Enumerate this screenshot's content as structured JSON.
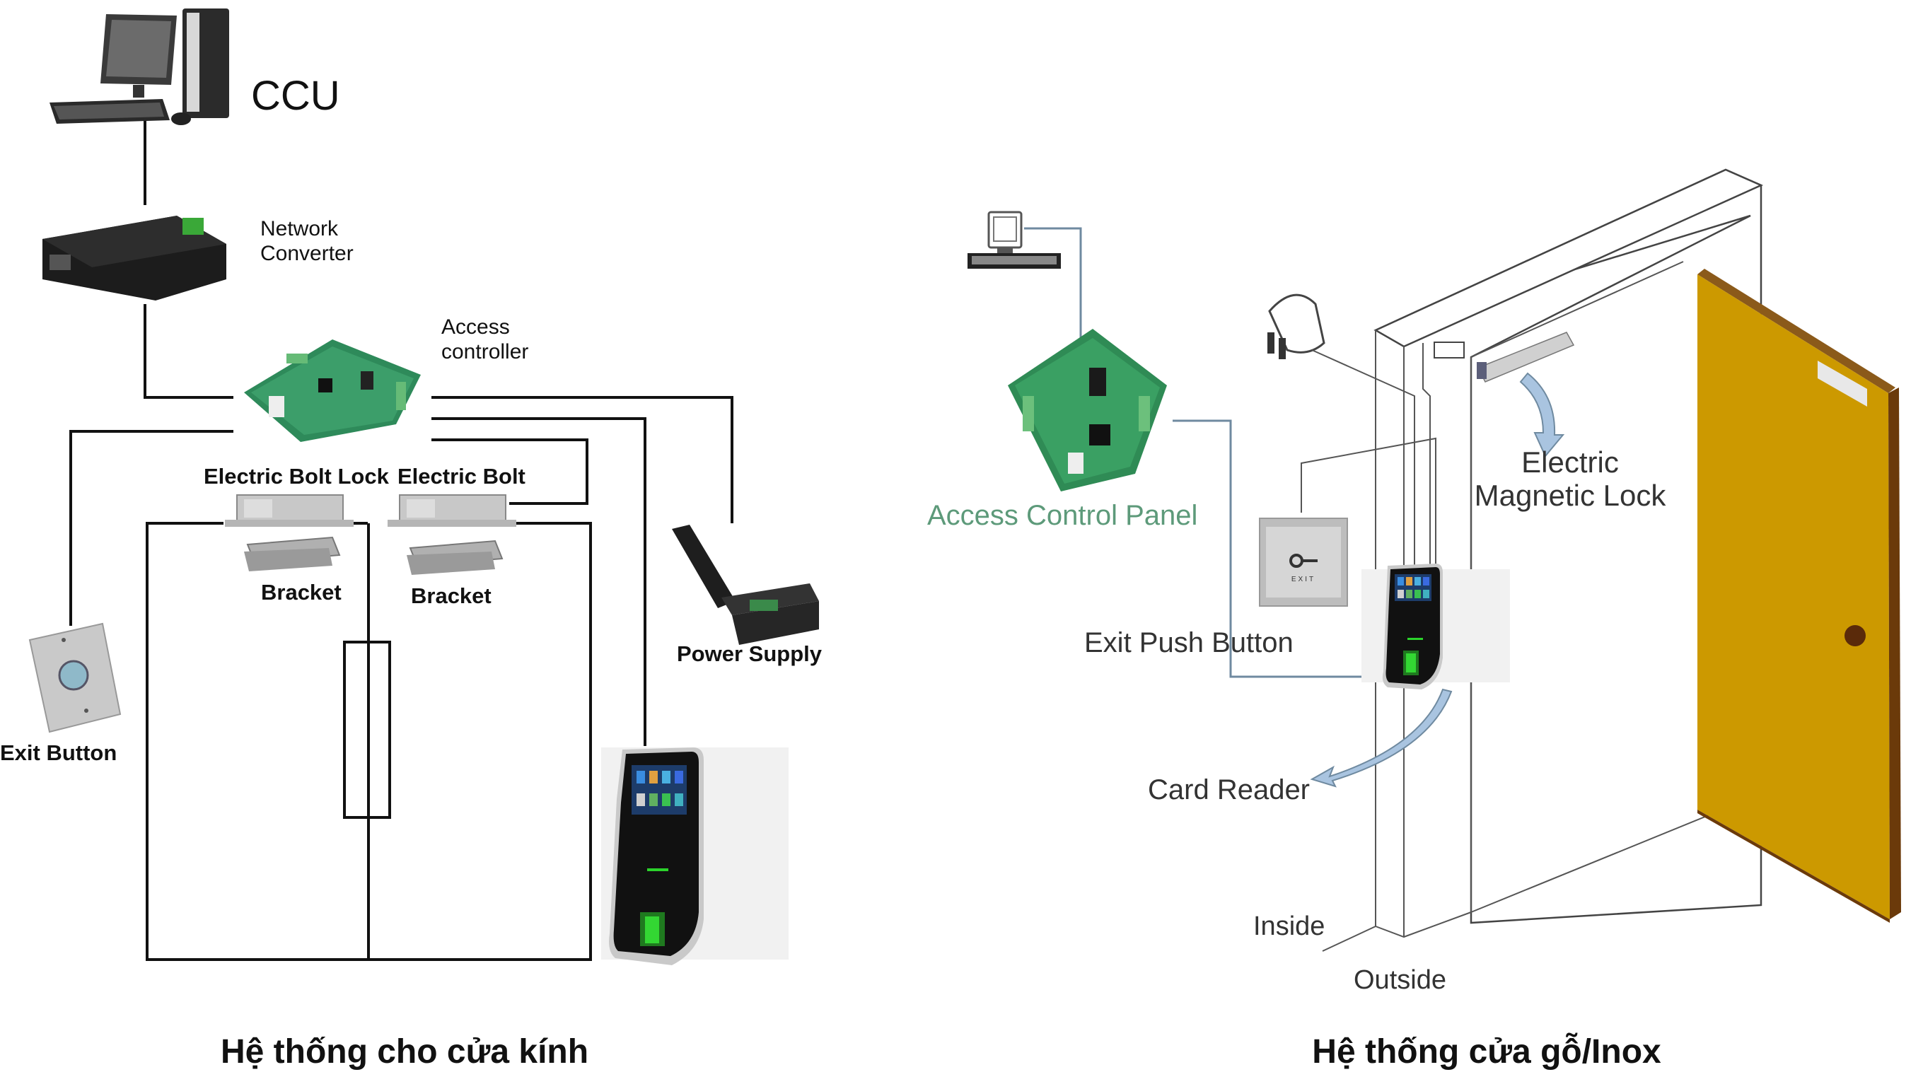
{
  "left_diagram": {
    "caption": "Hệ thống cho cửa kính",
    "labels": {
      "ccu": "CCU",
      "network_converter_line1": "Network",
      "network_converter_line2": "Converter",
      "access_controller_line1": "Access",
      "access_controller_line2": "controller",
      "electric_bolt_lock": "Electric Bolt Lock",
      "electric_bolt": "Electric Bolt",
      "bracket_1": "Bracket",
      "bracket_2": "Bracket",
      "power_supply": "Power Supply",
      "exit_button": "Exit Button"
    },
    "icons": [
      "desktop-computer-icon",
      "network-converter-icon",
      "access-controller-board-icon",
      "electric-bolt-lock-icon",
      "bracket-icon",
      "power-supply-box-icon",
      "exit-button-plate-icon",
      "fingerprint-terminal-icon",
      "glass-double-door-icon"
    ]
  },
  "right_diagram": {
    "caption": "Hệ thống cửa gỗ/Inox",
    "labels": {
      "access_control_panel": "Access Control Panel",
      "magnetic_lock_line1": "Electric",
      "magnetic_lock_line2": "Magnetic Lock",
      "exit_push_button": "Exit Push Button",
      "exit_plate_text": "EXIT",
      "card_reader": "Card Reader",
      "inside": "Inside",
      "outside": "Outside"
    },
    "colors": {
      "door_face": "#CC9900",
      "door_edge": "#6B3A0A",
      "door_knob": "#5A2A0A",
      "panel_label_green": "#5d9a7a",
      "wire_blue": "#6f8aa0",
      "arrow_blue": "#a9c4e0"
    },
    "icons": [
      "desktop-computer-icon",
      "power-adapter-plug-icon",
      "access-control-panel-board-icon",
      "magnetic-lock-icon",
      "exit-push-button-icon",
      "fingerprint-terminal-icon",
      "wooden-door-icon"
    ]
  }
}
